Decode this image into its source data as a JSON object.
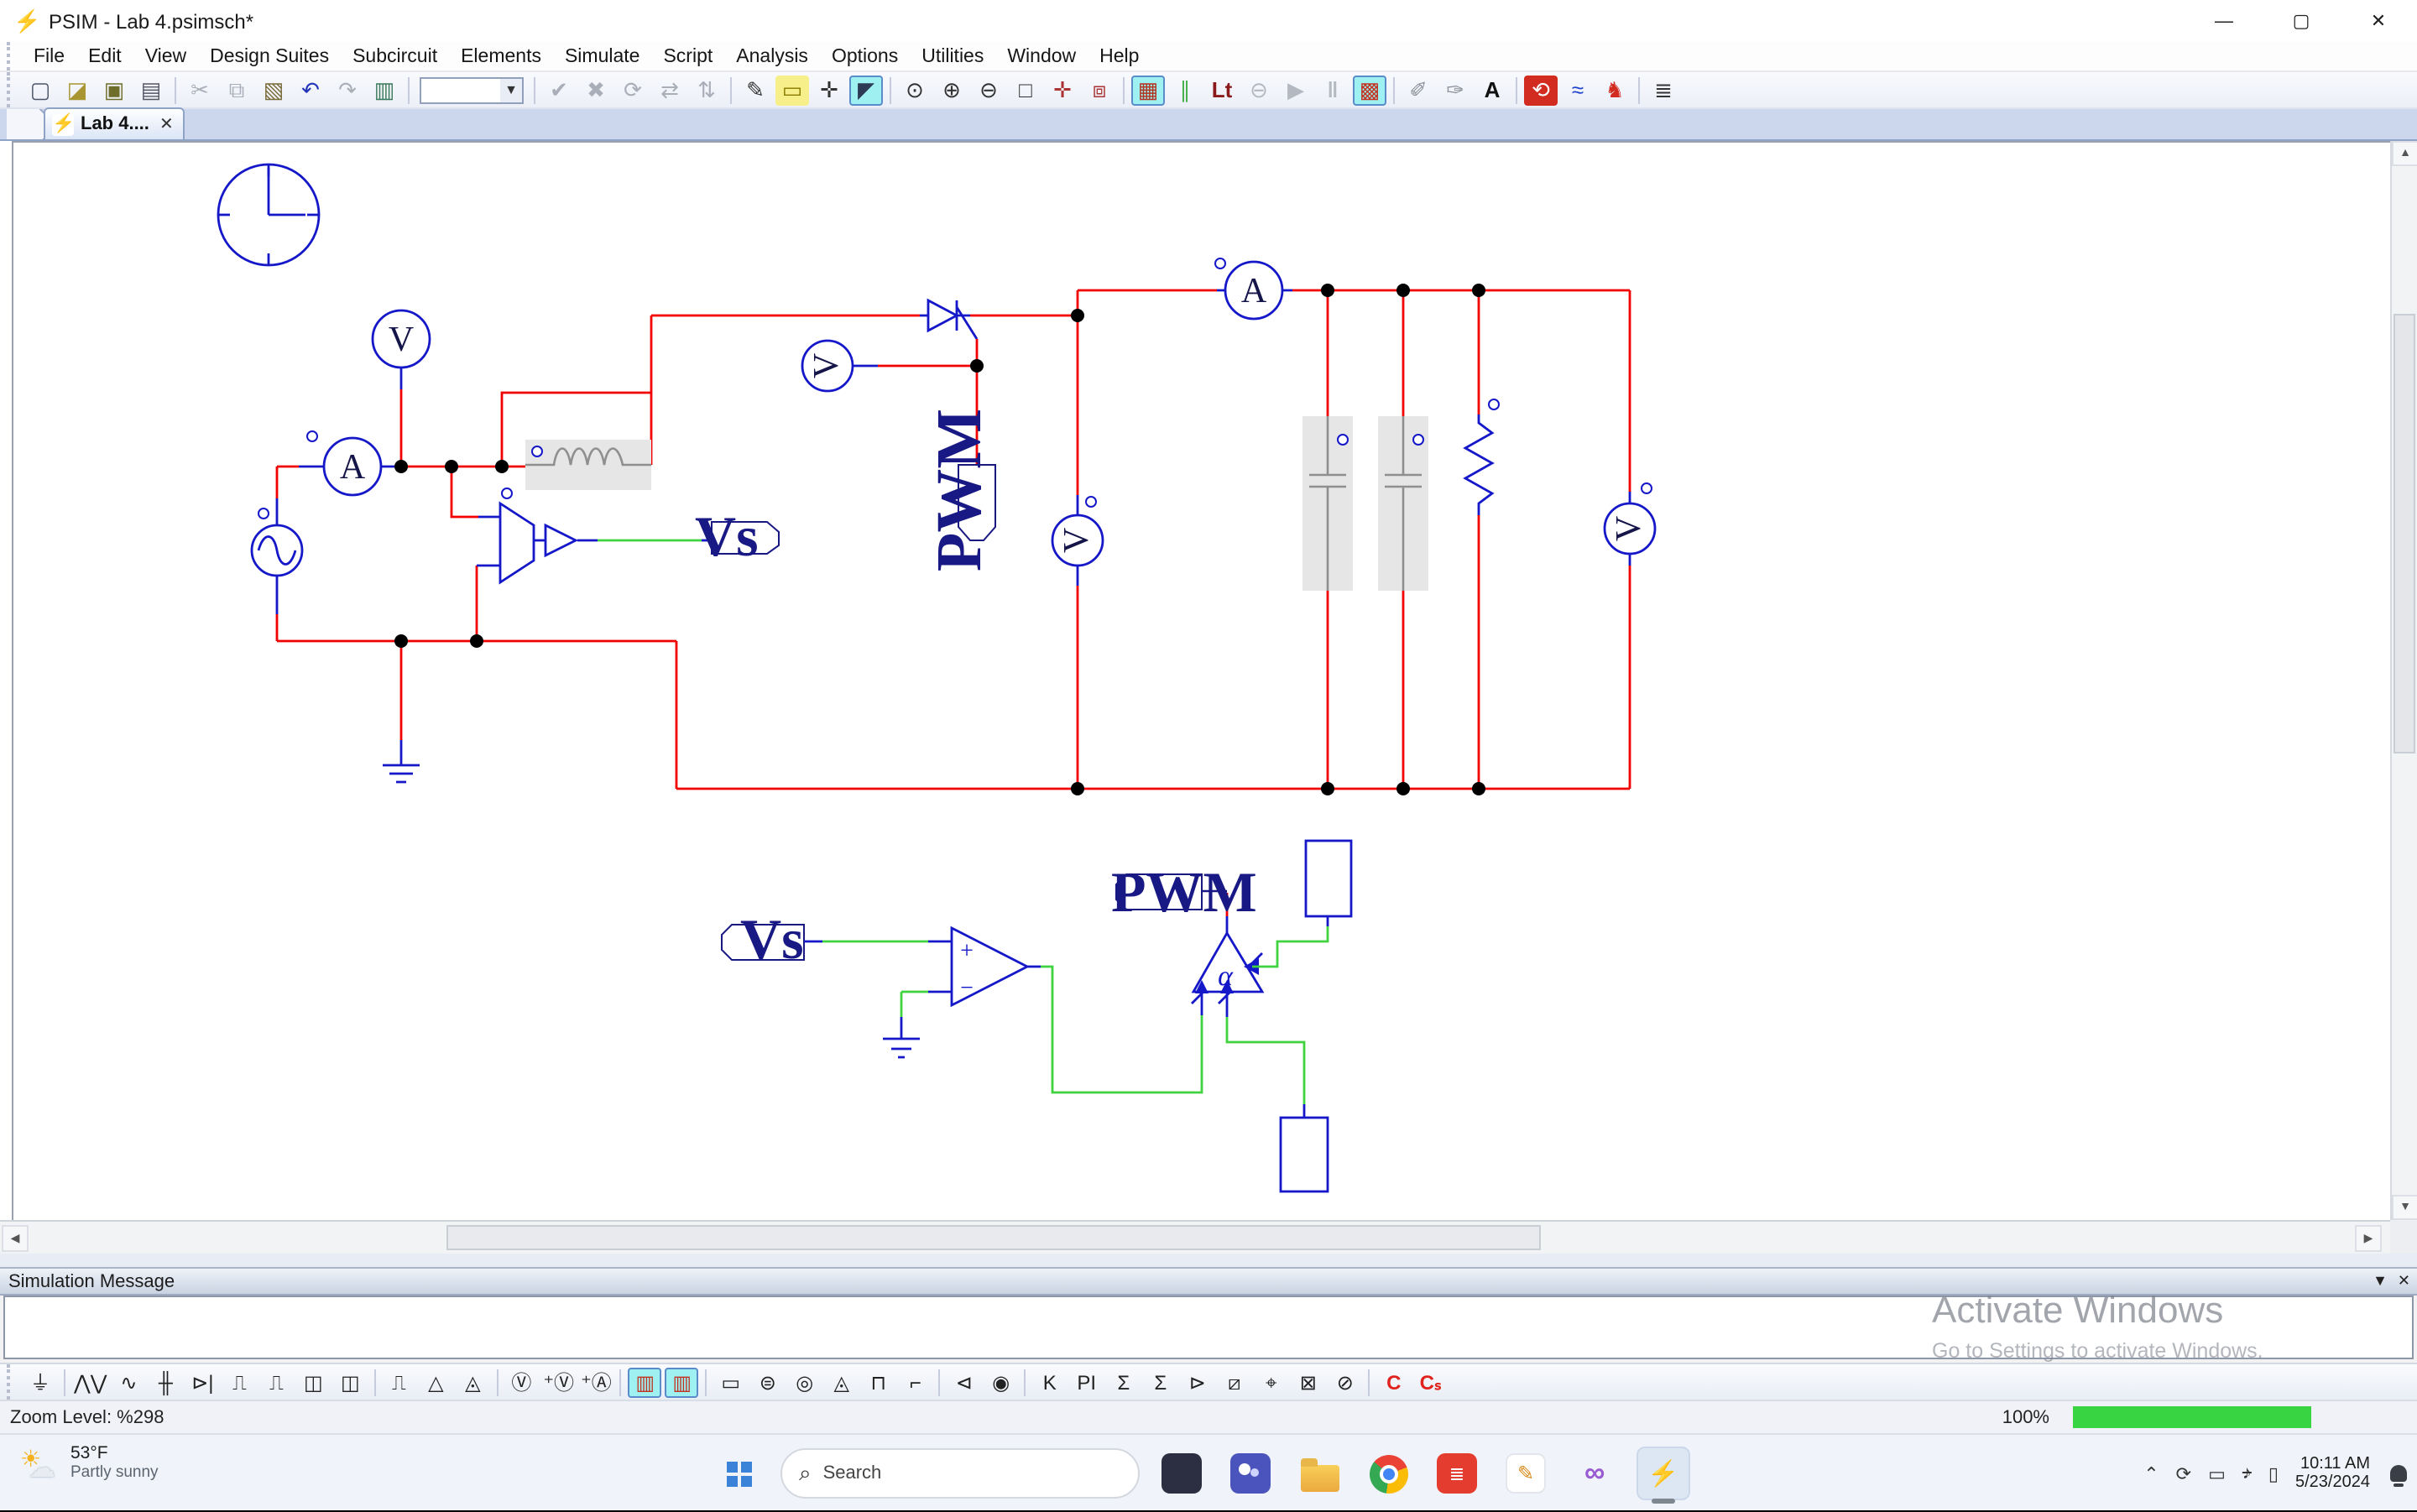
{
  "window": {
    "title": "PSIM - Lab 4.psimsch*",
    "controls": {
      "minimize": "—",
      "maximize": "▢",
      "close": "✕"
    }
  },
  "menu": {
    "items": [
      "File",
      "Edit",
      "View",
      "Design Suites",
      "Subcircuit",
      "Elements",
      "Simulate",
      "Script",
      "Analysis",
      "Options",
      "Utilities",
      "Window",
      "Help"
    ]
  },
  "main_toolbar": {
    "items": [
      {
        "name": "new-file-icon",
        "glyph": "▢",
        "color": "#4c5568"
      },
      {
        "name": "open-file-icon",
        "glyph": "◪",
        "color": "#a99531"
      },
      {
        "name": "save-icon",
        "glyph": "▣",
        "color": "#6e6e2a"
      },
      {
        "name": "print-icon",
        "glyph": "▤",
        "color": "#556"
      },
      {
        "sep": true
      },
      {
        "name": "cut-icon",
        "glyph": "✂",
        "color": "#a9aeb8"
      },
      {
        "name": "copy-icon",
        "glyph": "⧉",
        "color": "#a9aeb8"
      },
      {
        "name": "paste-icon",
        "glyph": "▧",
        "color": "#7a6b3a"
      },
      {
        "name": "undo-icon",
        "glyph": "↶",
        "color": "#2436b8"
      },
      {
        "name": "redo-icon",
        "glyph": "↷",
        "color": "#a9aeb8"
      },
      {
        "name": "library-browser-icon",
        "glyph": "▥",
        "color": "#3a7a5a"
      },
      {
        "sep": true
      },
      {
        "combo": true,
        "name": "zoom-combo"
      },
      {
        "sep": true
      },
      {
        "name": "apply-icon",
        "glyph": "✔",
        "color": "#a9aeb8"
      },
      {
        "name": "cancel-icon",
        "glyph": "✖",
        "color": "#a9aeb8"
      },
      {
        "name": "rotate-icon",
        "glyph": "⟳",
        "color": "#a9aeb8"
      },
      {
        "name": "flip-horizontal-icon",
        "glyph": "⇄",
        "color": "#a9aeb8"
      },
      {
        "name": "flip-vertical-icon",
        "glyph": "⇅",
        "color": "#a9aeb8"
      },
      {
        "sep": true
      },
      {
        "name": "draw-wire-icon",
        "glyph": "✎",
        "color": "#333"
      },
      {
        "name": "label-icon",
        "glyph": "▭",
        "color": "#8a7a00",
        "bg": "#f7ef8a"
      },
      {
        "name": "pan-hand-icon",
        "glyph": "✛",
        "color": "#333"
      },
      {
        "name": "select-pointer-icon",
        "glyph": "◤",
        "color": "#2d3a55",
        "selected": true
      },
      {
        "sep": true
      },
      {
        "name": "zoom-icon",
        "glyph": "⊙",
        "color": "#333"
      },
      {
        "name": "zoom-in-icon",
        "glyph": "⊕",
        "color": "#333"
      },
      {
        "name": "zoom-out-icon",
        "glyph": "⊖",
        "color": "#333"
      },
      {
        "name": "fit-to-page-icon",
        "glyph": "□",
        "color": "#333"
      },
      {
        "name": "pan-move-icon",
        "glyph": "✛",
        "color": "#a33"
      },
      {
        "name": "zoom-window-icon",
        "glyph": "⧈",
        "color": "#a33"
      },
      {
        "sep": true
      },
      {
        "name": "subcircuit-view-icon",
        "glyph": "▦",
        "color": "#b23220",
        "bg": "#9ff0f0",
        "selected": true
      },
      {
        "name": "wire-assist-icon",
        "glyph": "∥",
        "color": "#49b04c"
      },
      {
        "name": "ltspice-icon",
        "glyph": "Lt",
        "color": "#8b1a1a",
        "bold": true
      },
      {
        "name": "stop-simulation-icon",
        "glyph": "⊖",
        "color": "#b4b8c0"
      },
      {
        "name": "run-simulation-icon",
        "glyph": "▶",
        "color": "#b4b8c0"
      },
      {
        "name": "pause-simulation-icon",
        "glyph": "‖",
        "color": "#b4b8c0",
        "bold": true
      },
      {
        "name": "simview-icon",
        "glyph": "▩",
        "color": "#c03322",
        "bg": "#9ff0f0",
        "selected": true
      },
      {
        "sep": true
      },
      {
        "name": "voltage-probe-icon",
        "glyph": "✐",
        "color": "#8a8f9a"
      },
      {
        "name": "differential-probe-icon",
        "glyph": "✑",
        "color": "#8a8f9a"
      },
      {
        "name": "text-tool-icon",
        "glyph": "A",
        "color": "#111",
        "bold": true
      },
      {
        "sep": true
      },
      {
        "name": "simcoder-icon",
        "glyph": "⟲",
        "color": "#fff",
        "bg": "#d22b1f"
      },
      {
        "name": "waveform-icon",
        "glyph": "≈",
        "color": "#2244cc"
      },
      {
        "name": "hardware-target-icon",
        "glyph": "♞",
        "color": "#d22b1f"
      },
      {
        "sep": true
      },
      {
        "name": "outline-list-icon",
        "glyph": "≣",
        "color": "#333"
      }
    ]
  },
  "tab": {
    "label": "Lab 4....",
    "close_glyph": "✕"
  },
  "schematic": {
    "meters": {
      "v1": "V",
      "a1": "A",
      "a2": "A",
      "probe_left": "V",
      "probe_mid": "V",
      "probe_right": "V"
    },
    "labels": {
      "vs_top": "Vs",
      "pwm_top": "PWM",
      "vs_bot": "Vs",
      "pwm_bot": "PWM",
      "alpha": "α",
      "op_plus": "+",
      "op_minus": "−"
    }
  },
  "colors": {
    "wire_red": "#f20000",
    "component_blue": "#1518c8",
    "signal_green": "#3fd43f",
    "label_navy": "#191985",
    "highlight_gray": "#e6e6e6",
    "progress_green": "#39d441",
    "selection_cyan": "#9ff0f0"
  },
  "simulation_panel": {
    "title": "Simulation Message",
    "collapse_glyph": "▼",
    "close_glyph": "✕"
  },
  "elements_toolbar": {
    "items": [
      {
        "name": "ground-element-icon",
        "glyph": "⏚",
        "color": "#222"
      },
      {
        "sep": true
      },
      {
        "name": "resistor-element-icon",
        "glyph": "⋀⋁",
        "color": "#222"
      },
      {
        "name": "inductor-element-icon",
        "glyph": "∿",
        "color": "#222"
      },
      {
        "name": "capacitor-element-icon",
        "glyph": "╫",
        "color": "#222"
      },
      {
        "name": "diode-element-icon",
        "glyph": "⊳|",
        "color": "#222"
      },
      {
        "name": "mosfet-element-icon",
        "glyph": "⎍",
        "color": "#222"
      },
      {
        "name": "igbt-element-icon",
        "glyph": "⎍",
        "color": "#222"
      },
      {
        "name": "thyristor-module-icon",
        "glyph": "◫",
        "color": "#222"
      },
      {
        "name": "diode-module-icon",
        "glyph": "◫",
        "color": "#222"
      },
      {
        "sep": true
      },
      {
        "name": "square-wave-block-icon",
        "glyph": "⎍",
        "color": "#222"
      },
      {
        "name": "opamp-element-icon",
        "glyph": "△",
        "color": "#222"
      },
      {
        "name": "opamp2-element-icon",
        "glyph": "◬",
        "color": "#222"
      },
      {
        "sep": true
      },
      {
        "name": "voltmeter-element-icon",
        "glyph": "Ⓥ",
        "color": "#222"
      },
      {
        "name": "voltage-source-icon",
        "glyph": "⁺Ⓥ",
        "color": "#222"
      },
      {
        "name": "current-source-icon",
        "glyph": "⁺Ⓐ",
        "color": "#222"
      },
      {
        "sep": true
      },
      {
        "name": "scope-2ch-icon",
        "glyph": "▥",
        "color": "#c03322",
        "selected": true
      },
      {
        "name": "scope-1ch-icon",
        "glyph": "▥",
        "color": "#c03322",
        "selected": true
      },
      {
        "sep": true
      },
      {
        "name": "block-element-icon",
        "glyph": "▭",
        "color": "#222"
      },
      {
        "name": "dc-source-icon",
        "glyph": "⊜",
        "color": "#222"
      },
      {
        "name": "sine-source-icon",
        "glyph": "◎",
        "color": "#222"
      },
      {
        "name": "triangle-source-icon",
        "glyph": "◬",
        "color": "#222"
      },
      {
        "name": "square-source-icon",
        "glyph": "⊓",
        "color": "#222"
      },
      {
        "name": "step-source-icon",
        "glyph": "⌐",
        "color": "#222"
      },
      {
        "sep": true
      },
      {
        "name": "mux-element-icon",
        "glyph": "⊲",
        "color": "#222"
      },
      {
        "name": "node-probe-icon",
        "glyph": "◉",
        "color": "#222"
      },
      {
        "sep": true
      },
      {
        "name": "gain-block-icon",
        "glyph": "K",
        "color": "#222"
      },
      {
        "name": "pi-block-icon",
        "glyph": "PI",
        "color": "#222"
      },
      {
        "name": "summer-block-icon",
        "glyph": "Σ",
        "color": "#222"
      },
      {
        "name": "summer2-block-icon",
        "glyph": "Σ",
        "color": "#222"
      },
      {
        "name": "comparator-block-icon",
        "glyph": "⊳",
        "color": "#222"
      },
      {
        "name": "limiter-block-icon",
        "glyph": "⧄",
        "color": "#222"
      },
      {
        "name": "probe-top-icon",
        "glyph": "⌖",
        "color": "#222"
      },
      {
        "name": "multiplier-block-icon",
        "glyph": "⊠",
        "color": "#222"
      },
      {
        "name": "divider-block-icon",
        "glyph": "⊘",
        "color": "#222"
      },
      {
        "sep": true
      },
      {
        "name": "c-script-icon",
        "glyph": "C",
        "color": "#e0231c",
        "bold": true
      },
      {
        "name": "cs-script-icon",
        "glyph": "Cₛ",
        "color": "#e0231c",
        "bold": true
      }
    ]
  },
  "status_bar": {
    "zoom_text": "Zoom Level: %298",
    "percent": "100%"
  },
  "taskbar": {
    "weather": {
      "temp": "53°F",
      "condition": "Partly sunny"
    },
    "search": {
      "placeholder": "Search"
    },
    "apps": [
      "start",
      "search",
      "photo-app",
      "teams",
      "file-explorer",
      "chrome",
      "red-app",
      "pen-app",
      "visual-studio",
      "psim"
    ],
    "tray": [
      {
        "name": "tray-chevron-up-icon",
        "glyph": "⌃"
      },
      {
        "name": "tray-sync-icon",
        "glyph": "⟳"
      },
      {
        "name": "tray-display-icon",
        "glyph": "▭"
      },
      {
        "name": "tray-volume-muted-icon",
        "glyph": "♪",
        "muted": true
      },
      {
        "name": "tray-battery-icon",
        "glyph": "▯"
      }
    ],
    "clock": {
      "time": "10:11 AM",
      "date": "5/23/2024"
    }
  },
  "watermark": {
    "line1": "Activate Windows",
    "line2": "Go to Settings to activate Windows."
  }
}
